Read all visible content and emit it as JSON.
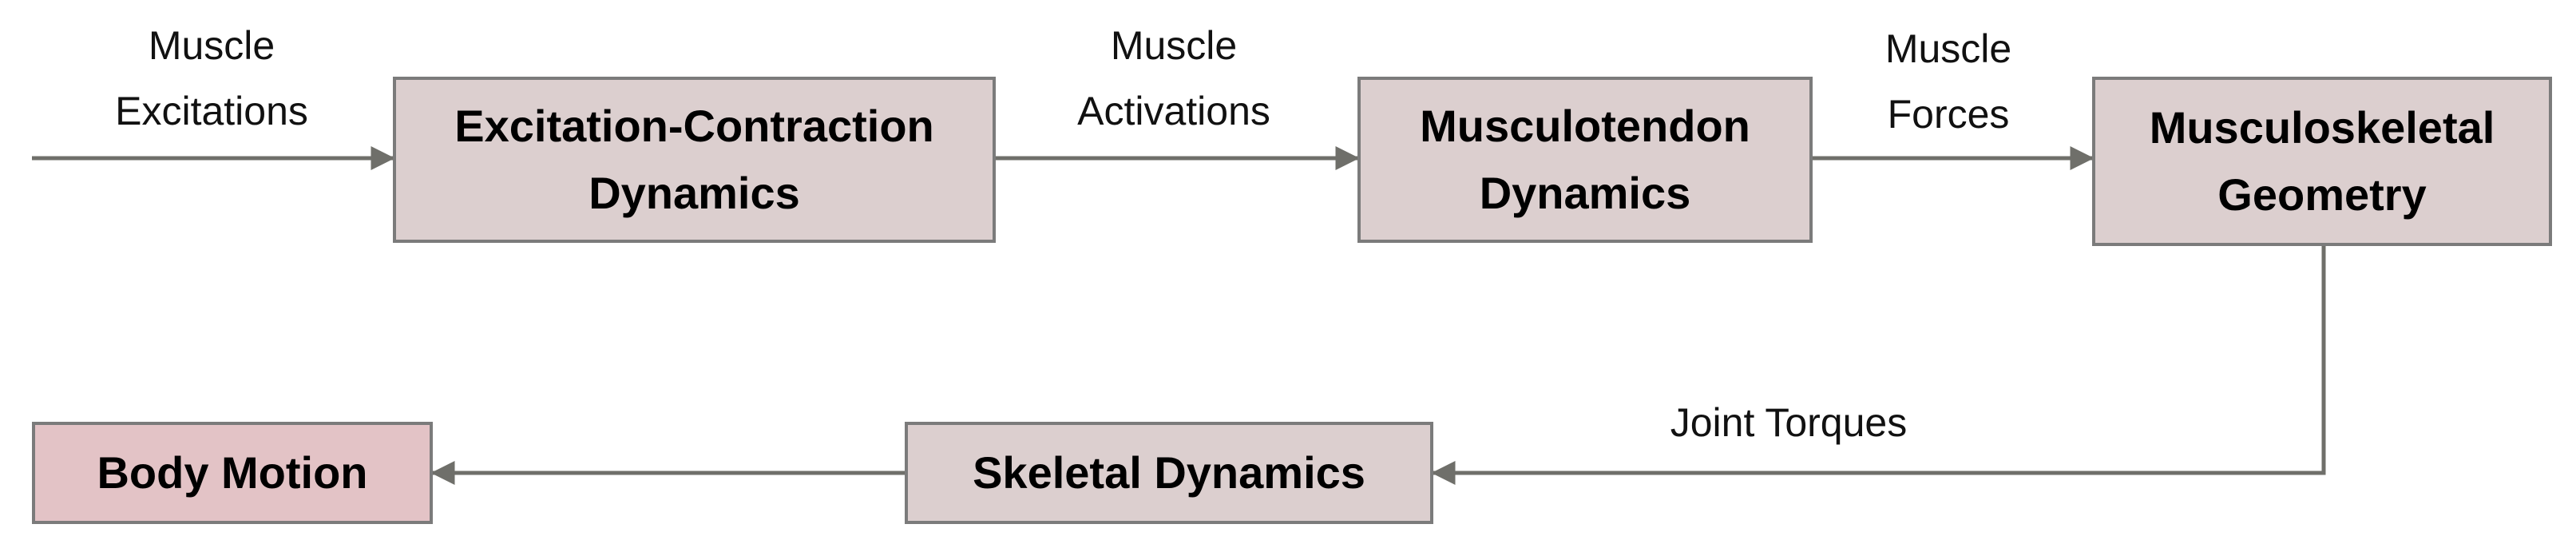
{
  "colors": {
    "box_fill": "#dccfcf",
    "highlight_fill": "#e3c3c6",
    "border": "#7b7b7b",
    "arrow": "#6f6f6a",
    "text": "#000000"
  },
  "blocks": {
    "excitation_contraction": {
      "line1": "Excitation-Contraction",
      "line2": "Dynamics"
    },
    "musculotendon": {
      "line1": "Musculotendon",
      "line2": "Dynamics"
    },
    "musculoskeletal": {
      "line1": "Musculoskeletal",
      "line2": "Geometry"
    },
    "skeletal": {
      "label": "Skeletal Dynamics"
    },
    "body_motion": {
      "label": "Body Motion"
    }
  },
  "signals": {
    "excitations": {
      "line1": "Muscle",
      "line2": "Excitations"
    },
    "activations": {
      "line1": "Muscle",
      "line2": "Activations"
    },
    "forces": {
      "line1": "Muscle",
      "line2": "Forces"
    },
    "torques": {
      "label": "Joint Torques"
    }
  }
}
